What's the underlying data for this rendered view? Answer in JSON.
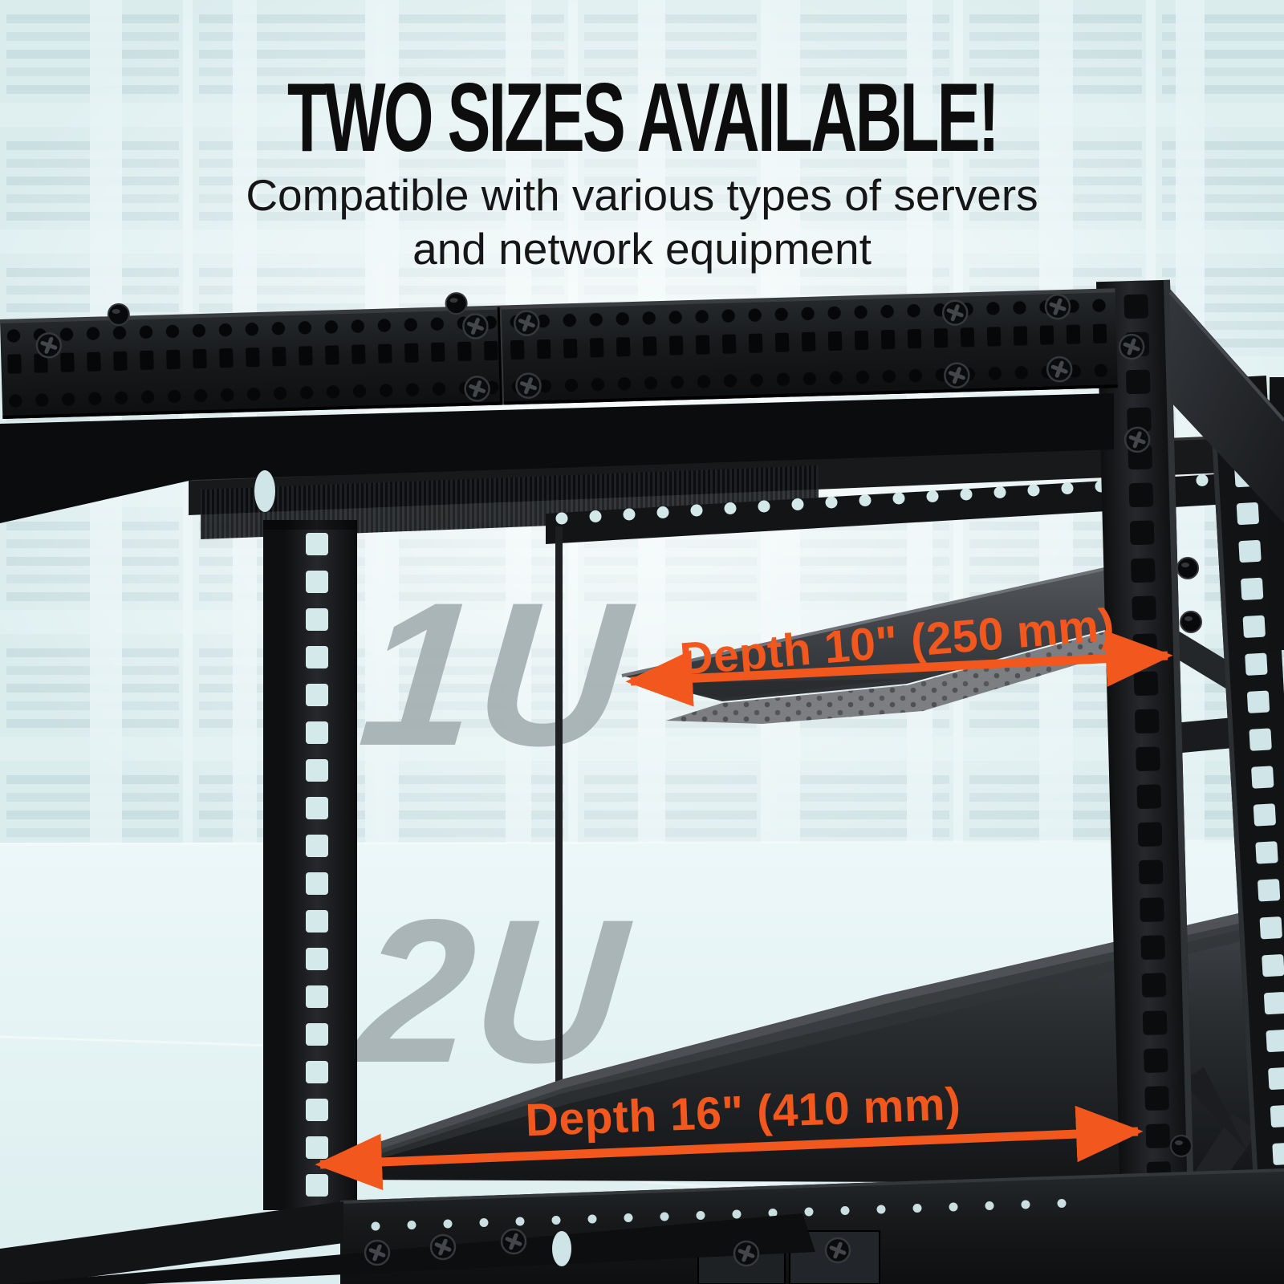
{
  "header": {
    "title": "TWO SIZES AVAILABLE!",
    "subtitle_line1": "Compatible with various types of servers",
    "subtitle_line2": "and network equipment"
  },
  "annotations": {
    "size_label_small": "1U",
    "size_label_large": "2U",
    "depth_small": "Depth 10\" (250 mm)",
    "depth_large": "Depth 16\" (410 mm)"
  },
  "colors": {
    "accent_orange": "#F2571E",
    "size_label_gray": "#A7B2B4",
    "background_tint": "#DFF0F1",
    "rack_metal_dark": "#17181A"
  }
}
